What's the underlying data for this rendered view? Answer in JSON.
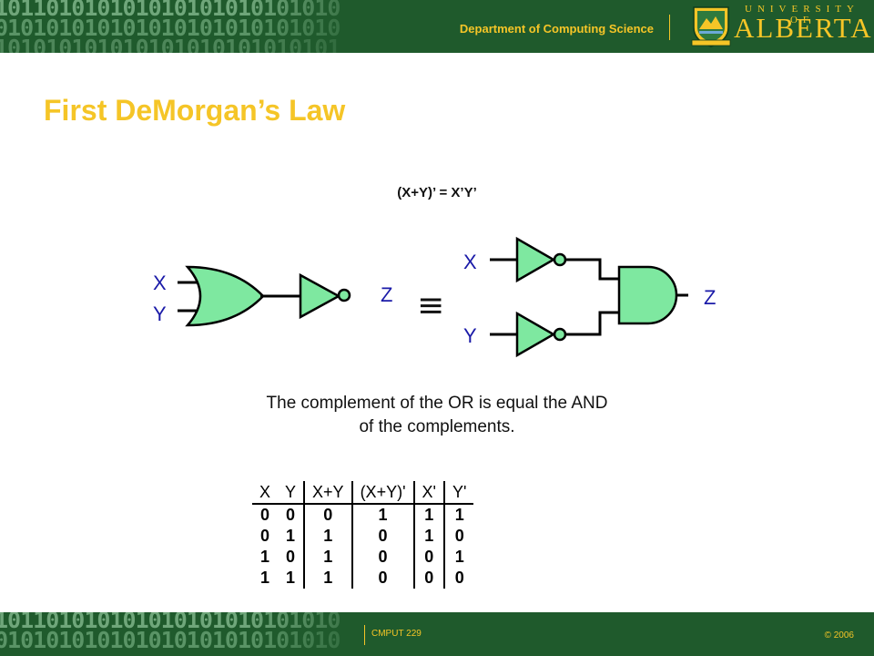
{
  "header": {
    "department": "Department of Computing Science",
    "university_small": "UNIVERSITY OF",
    "university_name": "ALBERTA",
    "crest_icon": "university-crest-icon"
  },
  "colors": {
    "bar_green": "#1f5a2c",
    "accent_gold": "#f5c527",
    "gate_fill": "#7ee8a0",
    "label_blue": "#1a1aa8"
  },
  "slide": {
    "title": "First DeMorgan’s Law",
    "formula": "(X+Y)’ = X’Y’",
    "caption_line1": "The complement of the OR is equal the AND",
    "caption_line2": "of the complements."
  },
  "circuit_left": {
    "input1": "X",
    "input2": "Y",
    "output": "Z"
  },
  "equivalence_symbol": "≡",
  "circuit_right": {
    "input1": "X",
    "input2": "Y",
    "output": "Z"
  },
  "truth_table": {
    "headers": [
      "X",
      "Y",
      "X+Y",
      "(X+Y)'",
      "X'",
      "Y'"
    ],
    "rows": [
      [
        "0",
        "0",
        "0",
        "1",
        "1",
        "1"
      ],
      [
        "0",
        "1",
        "1",
        "0",
        "1",
        "0"
      ],
      [
        "1",
        "0",
        "1",
        "0",
        "0",
        "1"
      ],
      [
        "1",
        "1",
        "1",
        "0",
        "0",
        "0"
      ]
    ]
  },
  "footer": {
    "course": "CMPUT 229",
    "copyright": "© 2006"
  }
}
